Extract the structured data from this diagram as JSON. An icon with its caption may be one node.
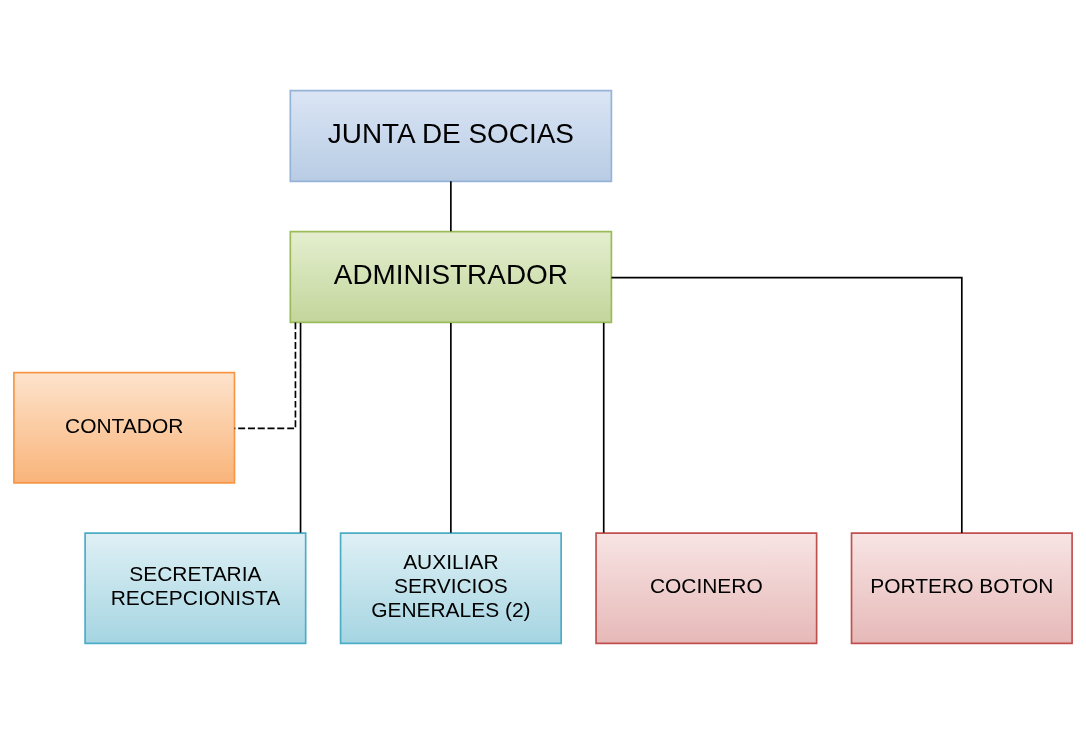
{
  "diagram": {
    "nodes": [
      {
        "text": [
          "JUNTA DE SOCIAS"
        ]
      },
      {
        "text": [
          "ADMINISTRADOR"
        ]
      },
      {
        "text": [
          "CONTADOR"
        ]
      },
      {
        "text": [
          "SECRETARIA RECEPCIONISTA"
        ]
      },
      {
        "text": [
          "AUXILIAR SERVICIOS GENERALES (2)"
        ]
      },
      {
        "text": [
          "COCINERO"
        ]
      },
      {
        "text": [
          "PORTERO BOTON"
        ]
      }
    ],
    "edges": [
      {
        "from": 0,
        "to": 1,
        "arrow": "none"
      },
      {
        "from": 1,
        "to": 2,
        "arrow": "none",
        "style": "dashed"
      },
      {
        "from": 1,
        "to": 3,
        "arrow": "none"
      },
      {
        "from": 1,
        "to": 4,
        "arrow": "none"
      },
      {
        "from": 1,
        "to": 5,
        "arrow": "none"
      },
      {
        "from": 1,
        "to": 6,
        "arrow": "none"
      }
    ]
  }
}
